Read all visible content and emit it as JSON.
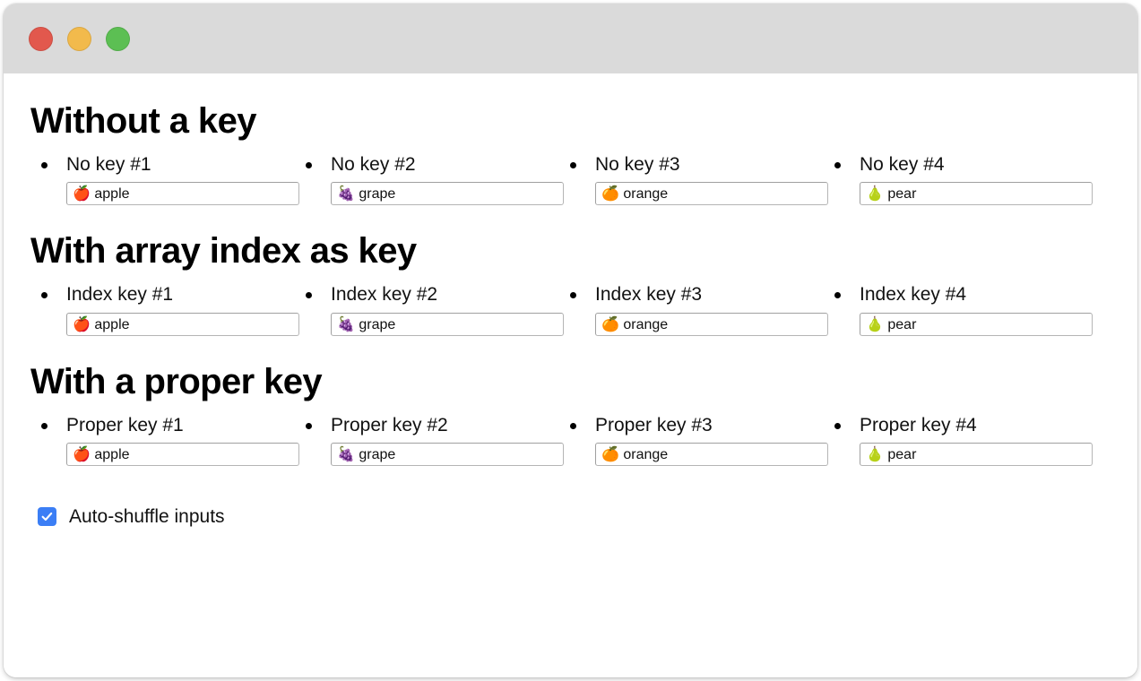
{
  "window": {
    "titlebar": {
      "buttons": [
        {
          "name": "close",
          "color": "#e2584d"
        },
        {
          "name": "minimize",
          "color": "#f2ba4c"
        },
        {
          "name": "maximize",
          "color": "#5cbf53"
        }
      ]
    }
  },
  "sections": [
    {
      "heading": "Without a key",
      "items": [
        {
          "label": "No key #1",
          "value": "🍎 apple"
        },
        {
          "label": "No key #2",
          "value": "🍇 grape"
        },
        {
          "label": "No key #3",
          "value": "🍊 orange"
        },
        {
          "label": "No key #4",
          "value": "🍐 pear"
        }
      ]
    },
    {
      "heading": "With array index as key",
      "items": [
        {
          "label": "Index key #1",
          "value": "🍎 apple"
        },
        {
          "label": "Index key #2",
          "value": "🍇 grape"
        },
        {
          "label": "Index key #3",
          "value": "🍊 orange"
        },
        {
          "label": "Index key #4",
          "value": "🍐 pear"
        }
      ]
    },
    {
      "heading": "With a proper key",
      "items": [
        {
          "label": "Proper key #1",
          "value": "🍎 apple"
        },
        {
          "label": "Proper key #2",
          "value": "🍇 grape"
        },
        {
          "label": "Proper key #3",
          "value": "🍊 orange"
        },
        {
          "label": "Proper key #4",
          "value": "🍐 pear"
        }
      ]
    }
  ],
  "auto_shuffle": {
    "label": "Auto-shuffle inputs",
    "checked": true,
    "accent_color": "#3b7ef5"
  }
}
